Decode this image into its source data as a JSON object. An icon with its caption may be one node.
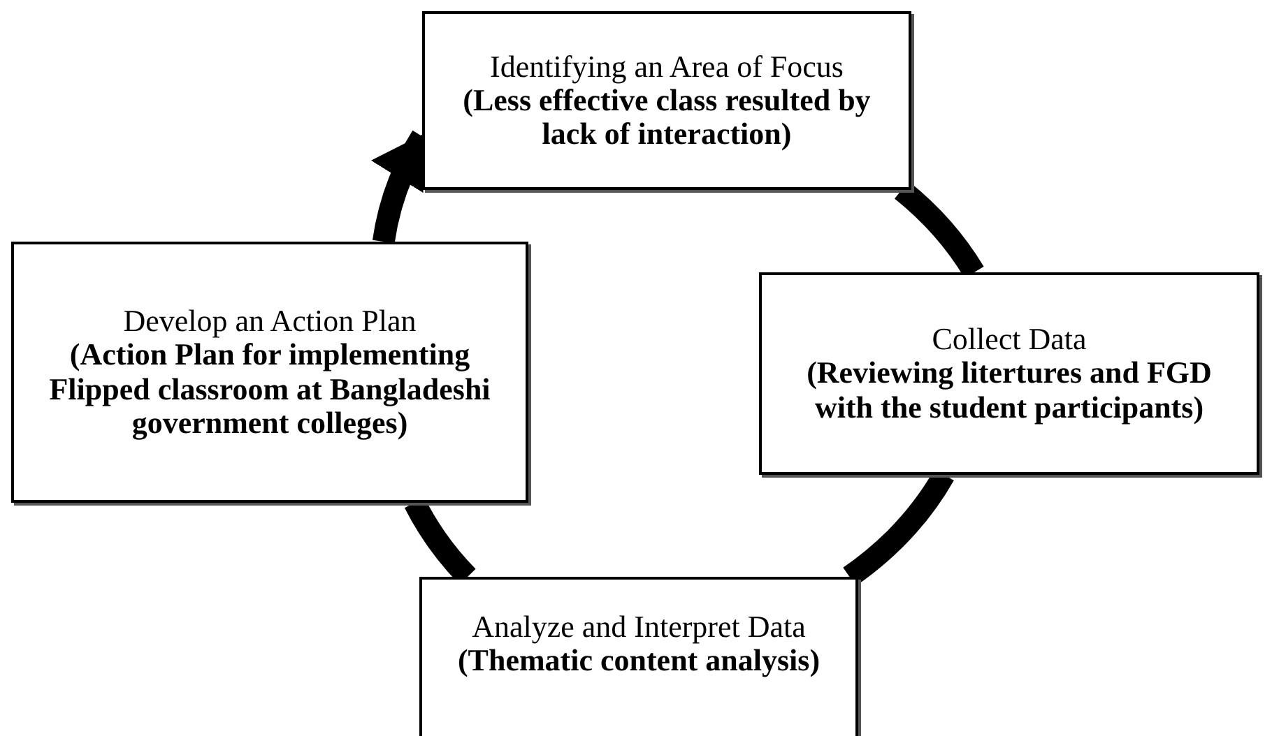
{
  "diagram": {
    "nodes": [
      {
        "text": [
          "Identifying an Area of Focus",
          "(Less effective class resulted by lack of interaction)"
        ]
      },
      {
        "text": [
          "Collect Data",
          "(Reviewing litertures and FGD with the student participants)"
        ]
      },
      {
        "text": [
          "Analyze and Interpret Data",
          "(Thematic content analysis)"
        ]
      },
      {
        "text": [
          "Develop an Action Plan",
          "(Action Plan for implementing Flipped classroom at Bangladeshi government colleges)"
        ]
      }
    ],
    "edges": [
      {
        "from": 0,
        "to": 1,
        "arrow": "none"
      },
      {
        "from": 1,
        "to": 2,
        "arrow": "none"
      },
      {
        "from": 2,
        "to": 3,
        "arrow": "none"
      },
      {
        "from": 3,
        "to": 0,
        "arrow": "to"
      }
    ]
  }
}
